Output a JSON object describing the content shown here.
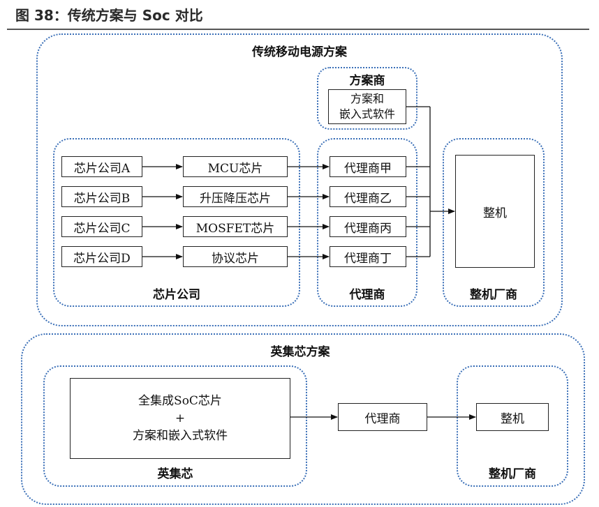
{
  "figure_title": "图 38：传统方案与 Soc 对比",
  "traditional": {
    "title": "传统移动电源方案",
    "solution_vendor": {
      "title": "方案商",
      "box_line1": "方案和",
      "box_line2": "嵌入式软件"
    },
    "chip_companies": {
      "title": "芯片公司",
      "companies": [
        "芯片公司A",
        "芯片公司B",
        "芯片公司C",
        "芯片公司D"
      ],
      "chips": [
        "MCU芯片",
        "升压降压芯片",
        "MOSFET芯片",
        "协议芯片"
      ]
    },
    "agents": {
      "title": "代理商",
      "items": [
        "代理商甲",
        "代理商乙",
        "代理商丙",
        "代理商丁"
      ]
    },
    "oem": {
      "title": "整机厂商",
      "box": "整机"
    }
  },
  "yingjixin": {
    "title": "英集芯方案",
    "soc_group": {
      "title": "英集芯",
      "line1": "全集成SoC芯片",
      "line2": "+",
      "line3": "方案和嵌入式软件"
    },
    "agent": "代理商",
    "oem": {
      "title": "整机厂商",
      "box": "整机"
    }
  }
}
